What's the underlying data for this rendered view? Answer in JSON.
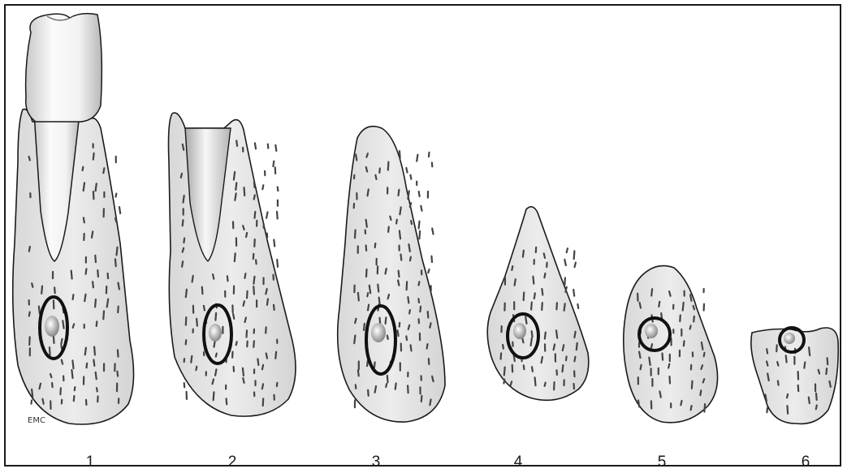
{
  "figure": {
    "signature": "EMC",
    "stages": [
      {
        "label": "1"
      },
      {
        "label": "2"
      },
      {
        "label": "3"
      },
      {
        "label": "4"
      },
      {
        "label": "5"
      },
      {
        "label": "6"
      }
    ]
  },
  "colors": {
    "bone_fill": "#e4e4e4",
    "outline": "#1a1a1a",
    "canal_ring": "#111111",
    "background": "#ffffff"
  }
}
